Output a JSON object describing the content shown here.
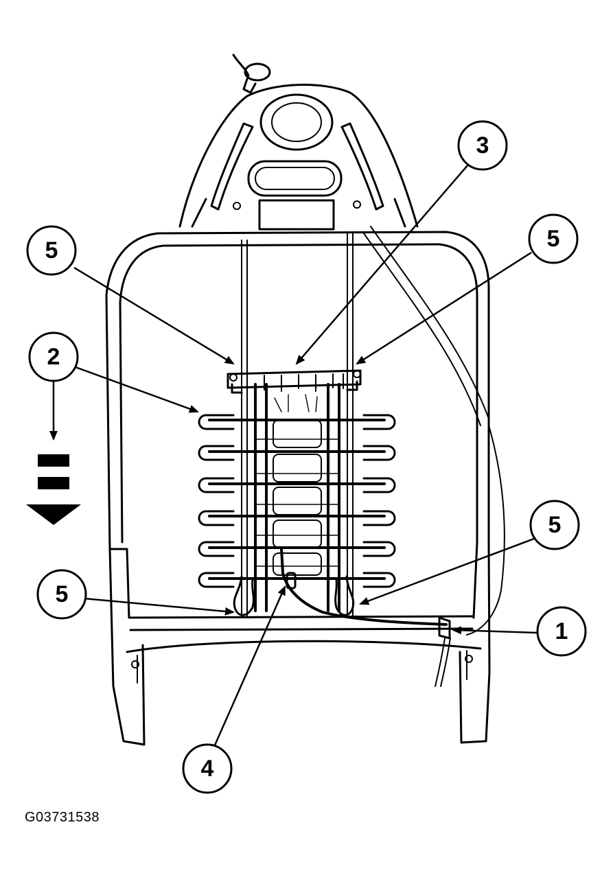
{
  "callouts": {
    "c1": "1",
    "c2": "2",
    "c3": "3",
    "c4": "4",
    "c5_upper_left": "5",
    "c5_upper_right": "5",
    "c5_lower_left": "5",
    "c5_lower_right": "5"
  },
  "reference_code": "G03731538",
  "colors": {
    "ink": "#000000",
    "paper": "#ffffff"
  },
  "icons": {
    "direction_arrow": "down-arrow-icon"
  }
}
